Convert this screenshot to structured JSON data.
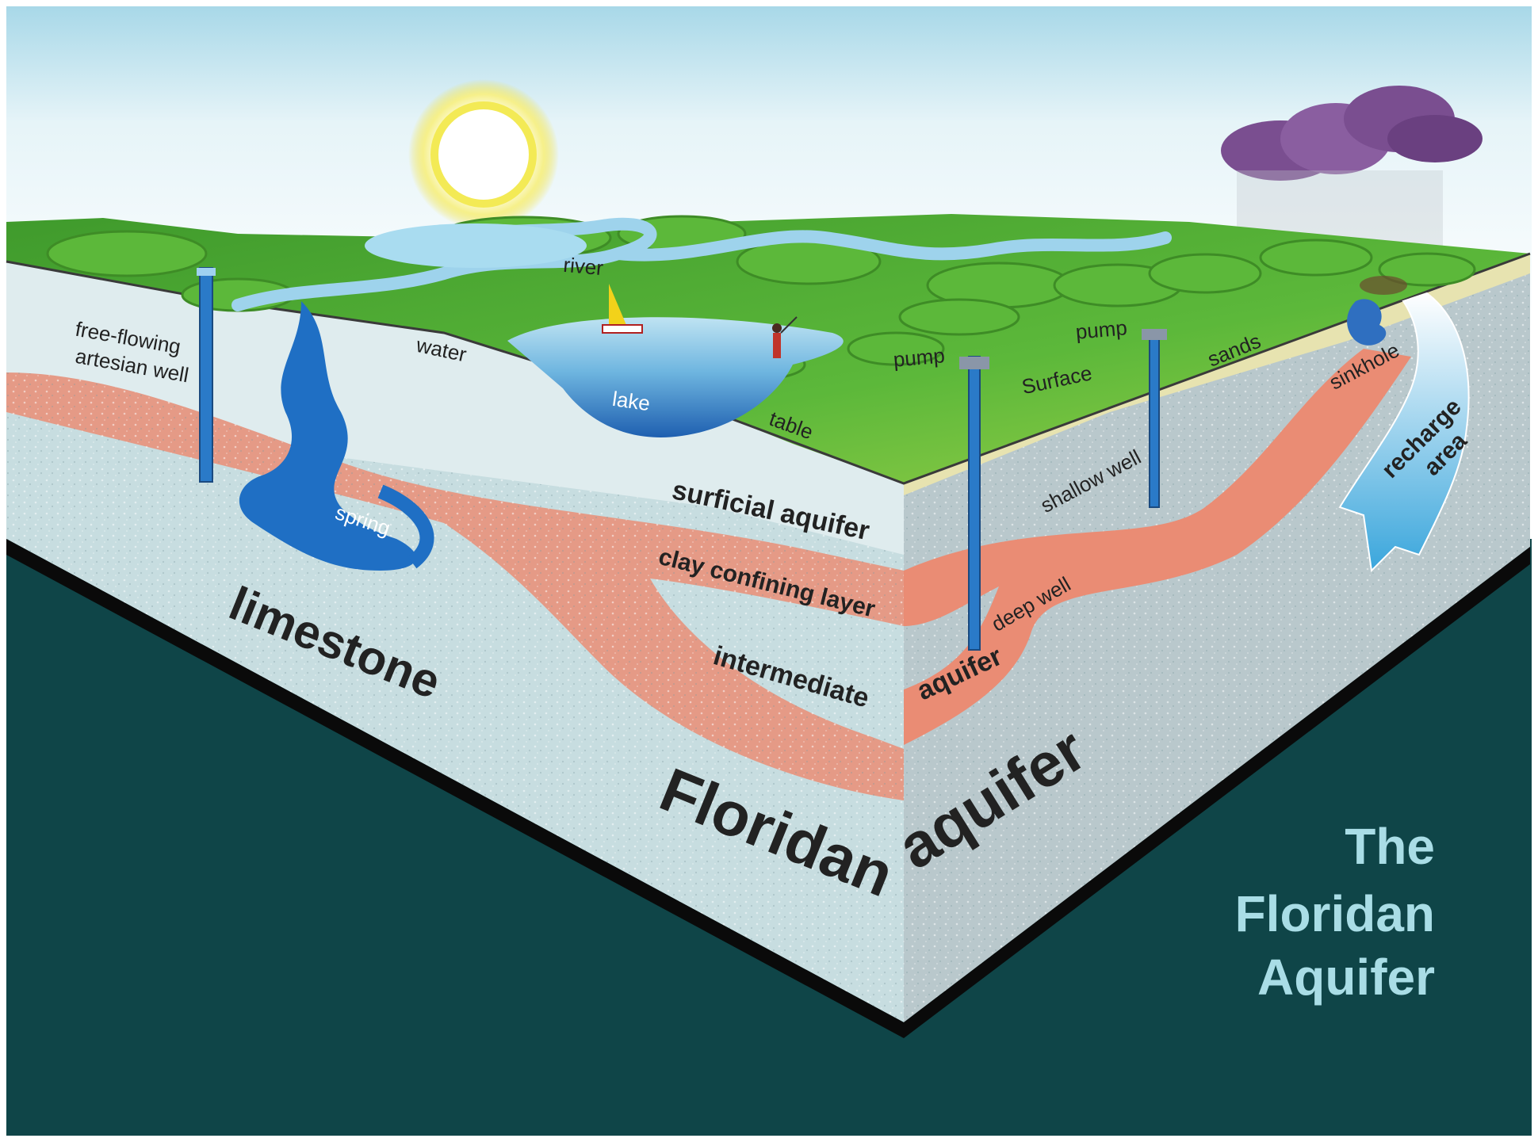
{
  "labels": {
    "free_flowing_line1": "free-flowing",
    "free_flowing_line2": "artesian well",
    "river": "river",
    "water": "water",
    "lake": "lake",
    "table": "table",
    "pump_left": "pump",
    "pump_right": "pump",
    "surface": "Surface",
    "sands": "sands",
    "sinkhole": "sinkhole",
    "recharge_line1": "recharge",
    "recharge_line2": "area",
    "surficial_aquifer": "surficial aquifer",
    "spring": "spring",
    "clay_confining_layer": "clay confining layer",
    "shallow_well": "shallow well",
    "deep_well": "deep well",
    "aquifer_small": "aquifer",
    "intermediate": "intermediate",
    "limestone": "limestone",
    "floridan": "Floridan",
    "aquifer_big": "aquifer"
  },
  "title": {
    "line1": "The",
    "line2": "Floridan",
    "line3": "Aquifer"
  },
  "colors": {
    "background": "#0f4548",
    "grass": "#4aa832",
    "water": "#1f6fc4",
    "clay": "#e59a86",
    "limestone": "#c7dde0",
    "title": "#a9dde6"
  }
}
